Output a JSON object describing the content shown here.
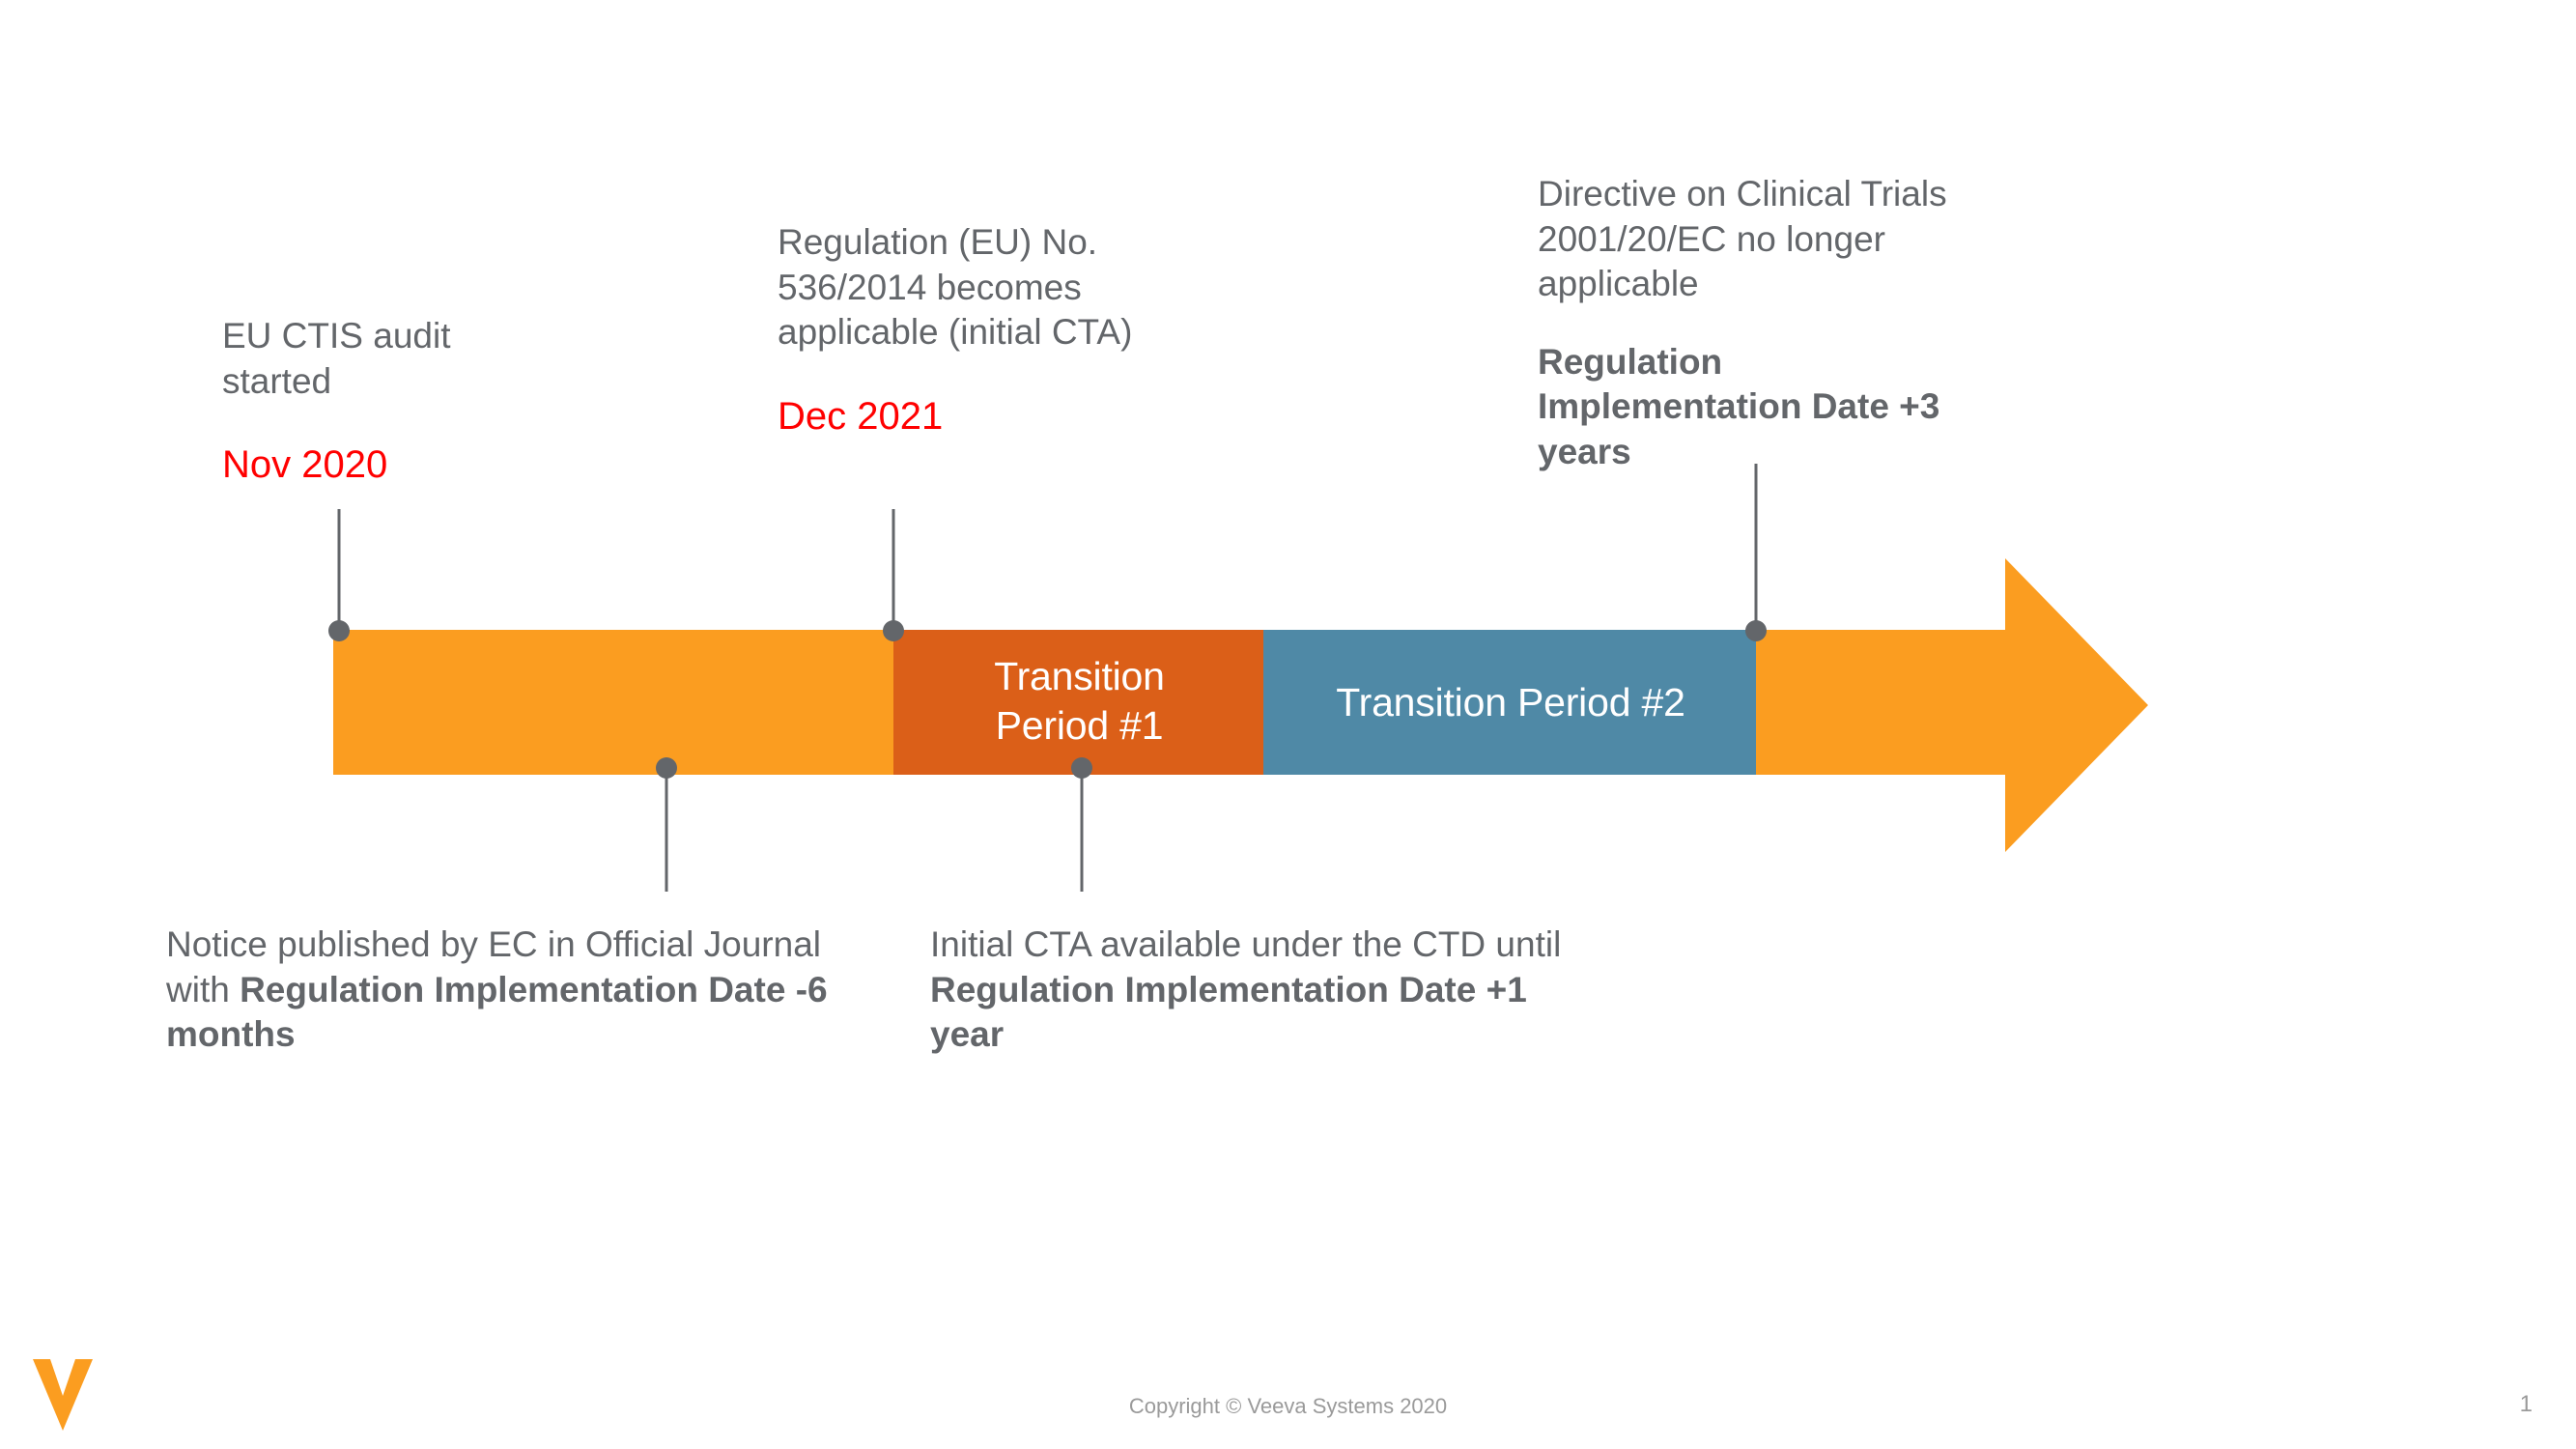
{
  "colors": {
    "orange": "#FB9D20",
    "dark_orange": "#DB5F18",
    "blue": "#4F89A6",
    "gray_text": "#63666A",
    "red_date": "#FF0000",
    "footer_gray": "#9A9A9A",
    "white": "#FFFFFF"
  },
  "timeline": {
    "segments": [
      {
        "name": "base-start",
        "label": "",
        "color": "#FB9D20"
      },
      {
        "name": "transition-period-1",
        "label": "Transition Period #1",
        "label_line1": "Transition",
        "label_line2": "Period #1",
        "color": "#DB5F18"
      },
      {
        "name": "transition-period-2",
        "label": "Transition Period #2",
        "color": "#4F89A6"
      },
      {
        "name": "base-end",
        "label": "",
        "color": "#FB9D20"
      }
    ]
  },
  "callouts": {
    "ctis_audit": {
      "text": "EU CTIS audit started",
      "date": "Nov 2020"
    },
    "regulation": {
      "text": "Regulation (EU) No. 536/2014 becomes applicable (initial CTA)",
      "date": "Dec 2021"
    },
    "directive": {
      "text": "Directive on Clinical Trials 2001/20/EC no longer applicable",
      "emphasis": "Regulation Implementation Date +3 years"
    },
    "notice": {
      "lead": "Notice published by EC in Official Journal with ",
      "emphasis": "Regulation Implementation Date -6 months"
    },
    "initial_cta": {
      "lead": "Initial CTA available under the CTD until ",
      "emphasis": "Regulation Implementation Date +1 year"
    }
  },
  "footer": {
    "copyright": "Copyright © Veeva Systems 2020",
    "page_number": "1",
    "logo_name": "veeva-logo"
  }
}
